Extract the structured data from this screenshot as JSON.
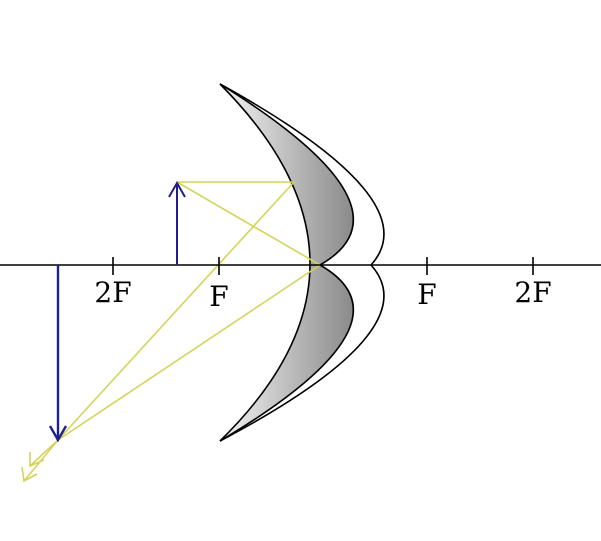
{
  "diagram": {
    "labels": {
      "left_2f": "2F",
      "left_f": "F",
      "right_f": "F",
      "right_2f": "2F"
    },
    "colors": {
      "axis": "#000000",
      "object_arrow": "#1f1f8f",
      "image_arrow": "#1f1f8f",
      "rays": "#d4d45a",
      "mirror_fill_light": "#f2f2f2",
      "mirror_fill_dark": "#8a8a8a",
      "mirror_stroke": "#000000"
    }
  }
}
